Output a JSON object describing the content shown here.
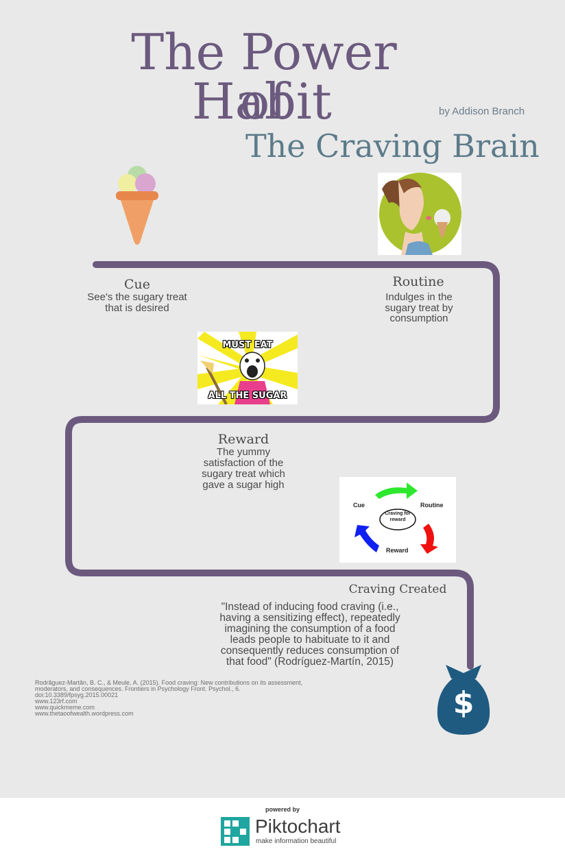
{
  "title": {
    "line1": "The Power of",
    "line2": "Habit"
  },
  "byline": "by Addison Branch",
  "subtitle": "The Craving Brain",
  "cue": {
    "heading": "Cue",
    "text_line1": "See's the sugary treat",
    "text_line2": "that is desired"
  },
  "routine": {
    "heading": "Routine",
    "text_line1": "Indulges in the",
    "text_line2": "sugary treat by",
    "text_line3": "consumption"
  },
  "meme": {
    "top": "MUST EAT",
    "bottom": "ALL THE SUGAR"
  },
  "reward": {
    "heading": "Reward",
    "text_line1": "The yummy",
    "text_line2": "satisfaction of the",
    "text_line3": "sugary treat which",
    "text_line4": "gave a sugar high"
  },
  "cycle_diagram": {
    "cue": "Cue",
    "routine": "Routine",
    "reward": "Reward",
    "center_line1": "Craving for",
    "center_line2": "reward"
  },
  "craving": {
    "heading": "Craving Created"
  },
  "quote": {
    "line1": "\"Instead of inducing food craving (i.e.,",
    "line2": "having a sensitizing effect), repeatedly",
    "line3": "imagining the consumption of a food",
    "line4": "leads people to habituate to it and",
    "line5": "consequently reduces consumption of",
    "line6": "that food\" (Rodríguez-Martín, 2015)"
  },
  "references": [
    "Rodrãguez-Martãn, B. C., & Meule, A. (2015). Food craving: New contributions on its assessment,",
    "moderators, and consequences. Frontiers in Psychology Front. Psychol., 6.",
    "doi:10.3389/fpsyg.2015.00021",
    "www.123rf.com",
    "www.quickmeme.com",
    "www.thetaoofwealth.wordpress.com"
  ],
  "money_bag": {
    "symbol": "$"
  },
  "footer": {
    "powered_by": "powered by",
    "brand": "Piktochart",
    "tagline": "make information beautiful"
  },
  "colors": {
    "path": "#6b5a7e",
    "title": "#6b5a7e",
    "subtitle": "#5c7b8a",
    "bag": "#1f5a80",
    "pikto": "#1fa6a0"
  }
}
